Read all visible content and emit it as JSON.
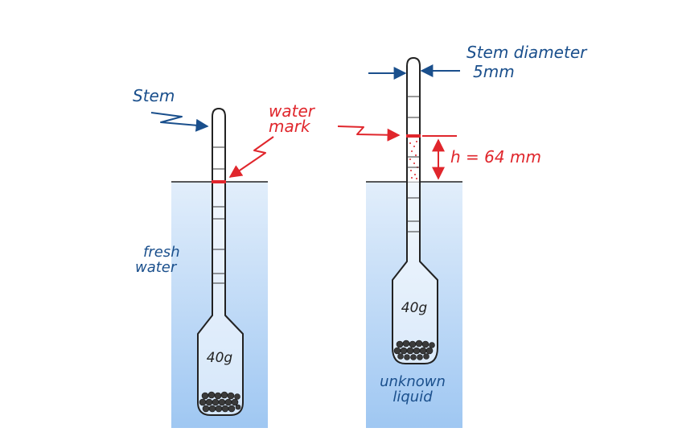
{
  "labels": {
    "stem": "Stem",
    "water_mark_line1": "water",
    "water_mark_line2": "mark",
    "stem_diameter_line1": "Stem diameter",
    "stem_diameter_line2": "5mm",
    "height": "h = 64 mm",
    "fresh_water_line1": "fresh",
    "fresh_water_line2": "water",
    "unknown_liquid_line1": "unknown",
    "unknown_liquid_line2": "liquid",
    "mass_left": "40g",
    "mass_right": "40g"
  },
  "colors": {
    "ink_blue": "#1a4f8c",
    "ink_red": "#e0262c",
    "water_top": "#dcebfb",
    "water_bottom": "#9cc5f2",
    "outline": "#222222"
  }
}
